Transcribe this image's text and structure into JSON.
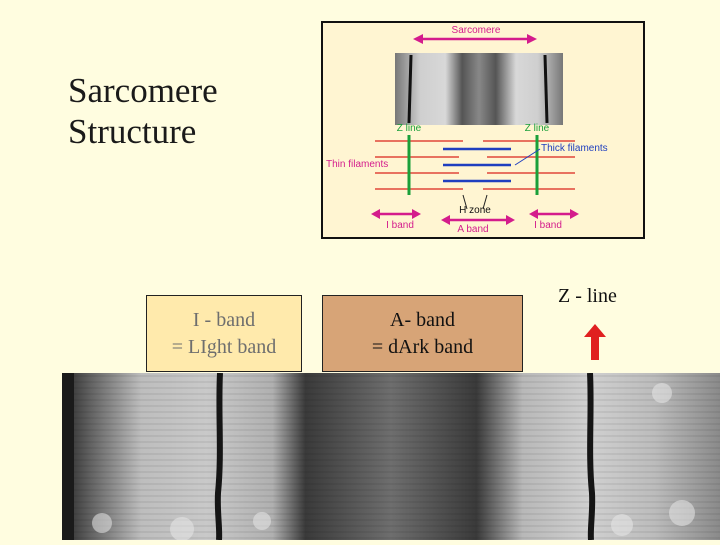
{
  "slide": {
    "title_line1": "Sarcomere",
    "title_line2": "Structure"
  },
  "diagram": {
    "sarcomere_label": "Sarcomere",
    "z_line_left": "Z line",
    "z_line_right": "Z line",
    "thick_filaments_label": "Thick filaments",
    "thin_filaments_label": "Thin filaments",
    "h_zone_label": "H zone",
    "i_band_left": "I band",
    "a_band_label": "A band",
    "i_band_right": "I band",
    "colors": {
      "magenta": "#d41c8c",
      "green": "#1aa03a",
      "red_line": "#e0463a",
      "blue": "#1f3fbf"
    }
  },
  "i_band_box": {
    "line1": "I - band",
    "line2": "= LIght band",
    "bg": "#ffeaac"
  },
  "a_band_box": {
    "line1": "A- band",
    "line2": "= dArk band",
    "bg": "#d7a477"
  },
  "z_indicator": {
    "label": "Z - line",
    "arrow_icon": "up-arrow-icon",
    "color": "#e02020"
  },
  "micrograph": {
    "bands": "light-dark-light"
  }
}
